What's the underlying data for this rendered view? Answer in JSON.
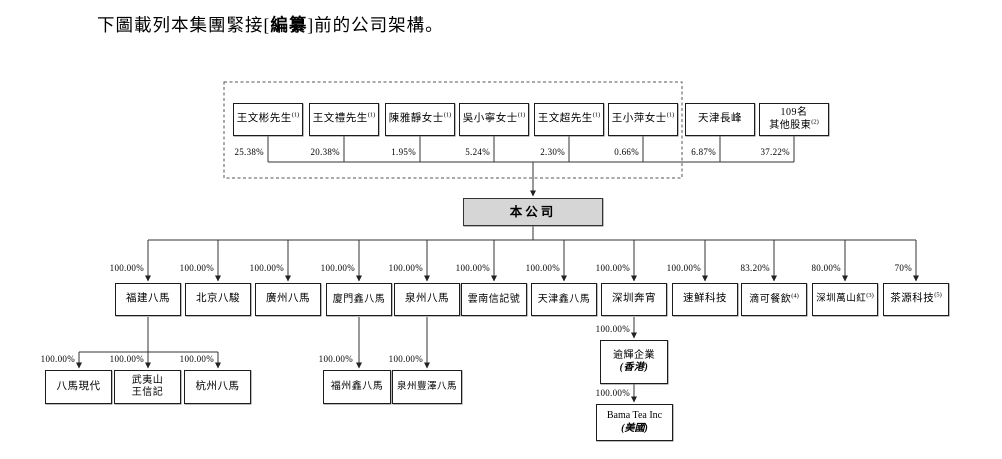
{
  "title": {
    "pre": "下圖載列本集團緊接[",
    "em": "編纂",
    "post": "]前的公司架構。"
  },
  "shareholders": [
    {
      "line1": "王文彬先生",
      "line2": "",
      "sup": "(1)",
      "pct": "25.38%"
    },
    {
      "line1": "王文禮先生",
      "line2": "",
      "sup": "(1)",
      "pct": "20.38%"
    },
    {
      "line1": "陳雅靜女士",
      "line2": "",
      "sup": "(1)",
      "pct": "1.95%"
    },
    {
      "line1": "吳小寧女士",
      "line2": "",
      "sup": "(1)",
      "pct": "5.24%"
    },
    {
      "line1": "王文超先生",
      "line2": "",
      "sup": "(1)",
      "pct": "2.30%"
    },
    {
      "line1": "王小萍女士",
      "line2": "",
      "sup": "(1)",
      "pct": "0.66%"
    },
    {
      "line1": "天津長峰",
      "line2": "",
      "sup": "",
      "pct": "6.87%"
    },
    {
      "line1": "109名",
      "line2": "其他股東",
      "sup": "(2)",
      "pct": "37.22%"
    }
  ],
  "company": {
    "name": "本公司"
  },
  "subsidiaries": [
    {
      "name": "福建八馬",
      "sup": "",
      "pct": "100.00%"
    },
    {
      "name": "北京八駿",
      "sup": "",
      "pct": "100.00%"
    },
    {
      "name": "廣州八馬",
      "sup": "",
      "pct": "100.00%"
    },
    {
      "name": "廈門鑫八馬",
      "sup": "",
      "pct": "100.00%"
    },
    {
      "name": "泉州八馬",
      "sup": "",
      "pct": "100.00%"
    },
    {
      "name": "雲南信記號",
      "sup": "",
      "pct": "100.00%"
    },
    {
      "name": "天津鑫八馬",
      "sup": "",
      "pct": "100.00%"
    },
    {
      "name": "深圳奔宵",
      "sup": "",
      "pct": "100.00%"
    },
    {
      "name": "速鮮科技",
      "sup": "",
      "pct": "100.00%"
    },
    {
      "name": "滴可餐飲",
      "sup": "(4)",
      "pct": "83.20%"
    },
    {
      "name": "深圳萬山紅",
      "sup": "(3)",
      "pct": "80.00%"
    },
    {
      "name": "茶源科技",
      "sup": "(5)",
      "pct": "70%"
    }
  ],
  "children": {
    "fujian": [
      {
        "line1": "八馬現代",
        "line2": "",
        "pct": "100.00%"
      },
      {
        "line1": "武夷山",
        "line2": "王信記",
        "pct": "100.00%"
      },
      {
        "line1": "杭州八馬",
        "line2": "",
        "pct": "100.00%"
      }
    ],
    "fuzhou": {
      "name": "福州鑫八馬",
      "pct": "100.00%"
    },
    "quanzhou_fengze": {
      "name": "泉州豐澤八馬",
      "pct": "100.00%"
    },
    "hk": {
      "name": "逾輝企業",
      "region": "(香港)",
      "pct": "100.00%"
    },
    "us": {
      "name": "Bama Tea Inc",
      "region": "(美國)",
      "pct": "100.00%"
    }
  },
  "colors": {
    "company_fill": "#d6d6d6",
    "line": "#333333",
    "text": "#000000"
  }
}
